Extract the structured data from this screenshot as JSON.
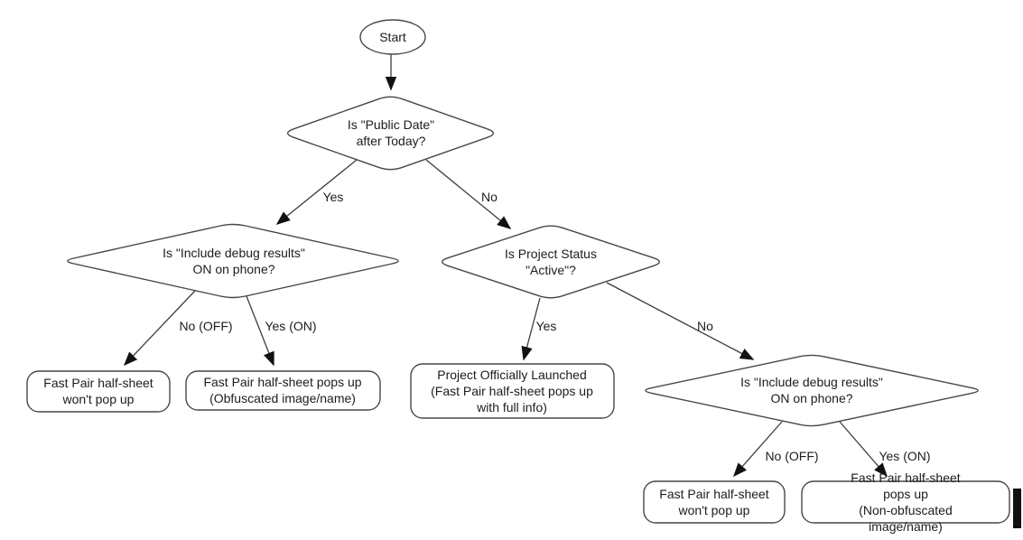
{
  "colors": {
    "background": "#ffffff",
    "shape_stroke": "#474747",
    "edge_stroke": "#3d3d3d",
    "text": "#1c1c1c",
    "arrowhead": "#111111"
  },
  "flowchart": {
    "nodes": {
      "start": {
        "type": "terminator",
        "label": "Start"
      },
      "public_date_decision": {
        "type": "decision",
        "label": "Is \"Public Date\"\nafter Today?"
      },
      "debug_left_decision": {
        "type": "decision",
        "label": "Is \"Include debug results\"\nON on phone?"
      },
      "project_status_decision": {
        "type": "decision",
        "label": "Is Project Status\n\"Active\"?"
      },
      "debug_right_decision": {
        "type": "decision",
        "label": "Is \"Include debug results\"\nON on phone?"
      },
      "no_popup_left_result": {
        "type": "process",
        "label": "Fast Pair half-sheet\nwon't pop up"
      },
      "obfuscated_result": {
        "type": "process",
        "label": "Fast Pair half-sheet pops up\n(Obfuscated image/name)"
      },
      "launched_result": {
        "type": "process",
        "label": "Project Officially Launched\n(Fast Pair half-sheet pops up\nwith full info)"
      },
      "no_popup_right_result": {
        "type": "process",
        "label": "Fast Pair half-sheet\nwon't pop up"
      },
      "non_obfuscated_result": {
        "type": "process",
        "label": "Fast Pair half-sheet pops up\n(Non-obfuscated image/name)"
      }
    },
    "edge_labels": {
      "public_date_yes": "Yes",
      "public_date_no": "No",
      "debug_left_no_off": "No (OFF)",
      "debug_left_yes_on": "Yes (ON)",
      "project_status_yes": "Yes",
      "project_status_no": "No",
      "debug_right_no_off": "No (OFF)",
      "debug_right_yes_on": "Yes (ON)"
    }
  }
}
